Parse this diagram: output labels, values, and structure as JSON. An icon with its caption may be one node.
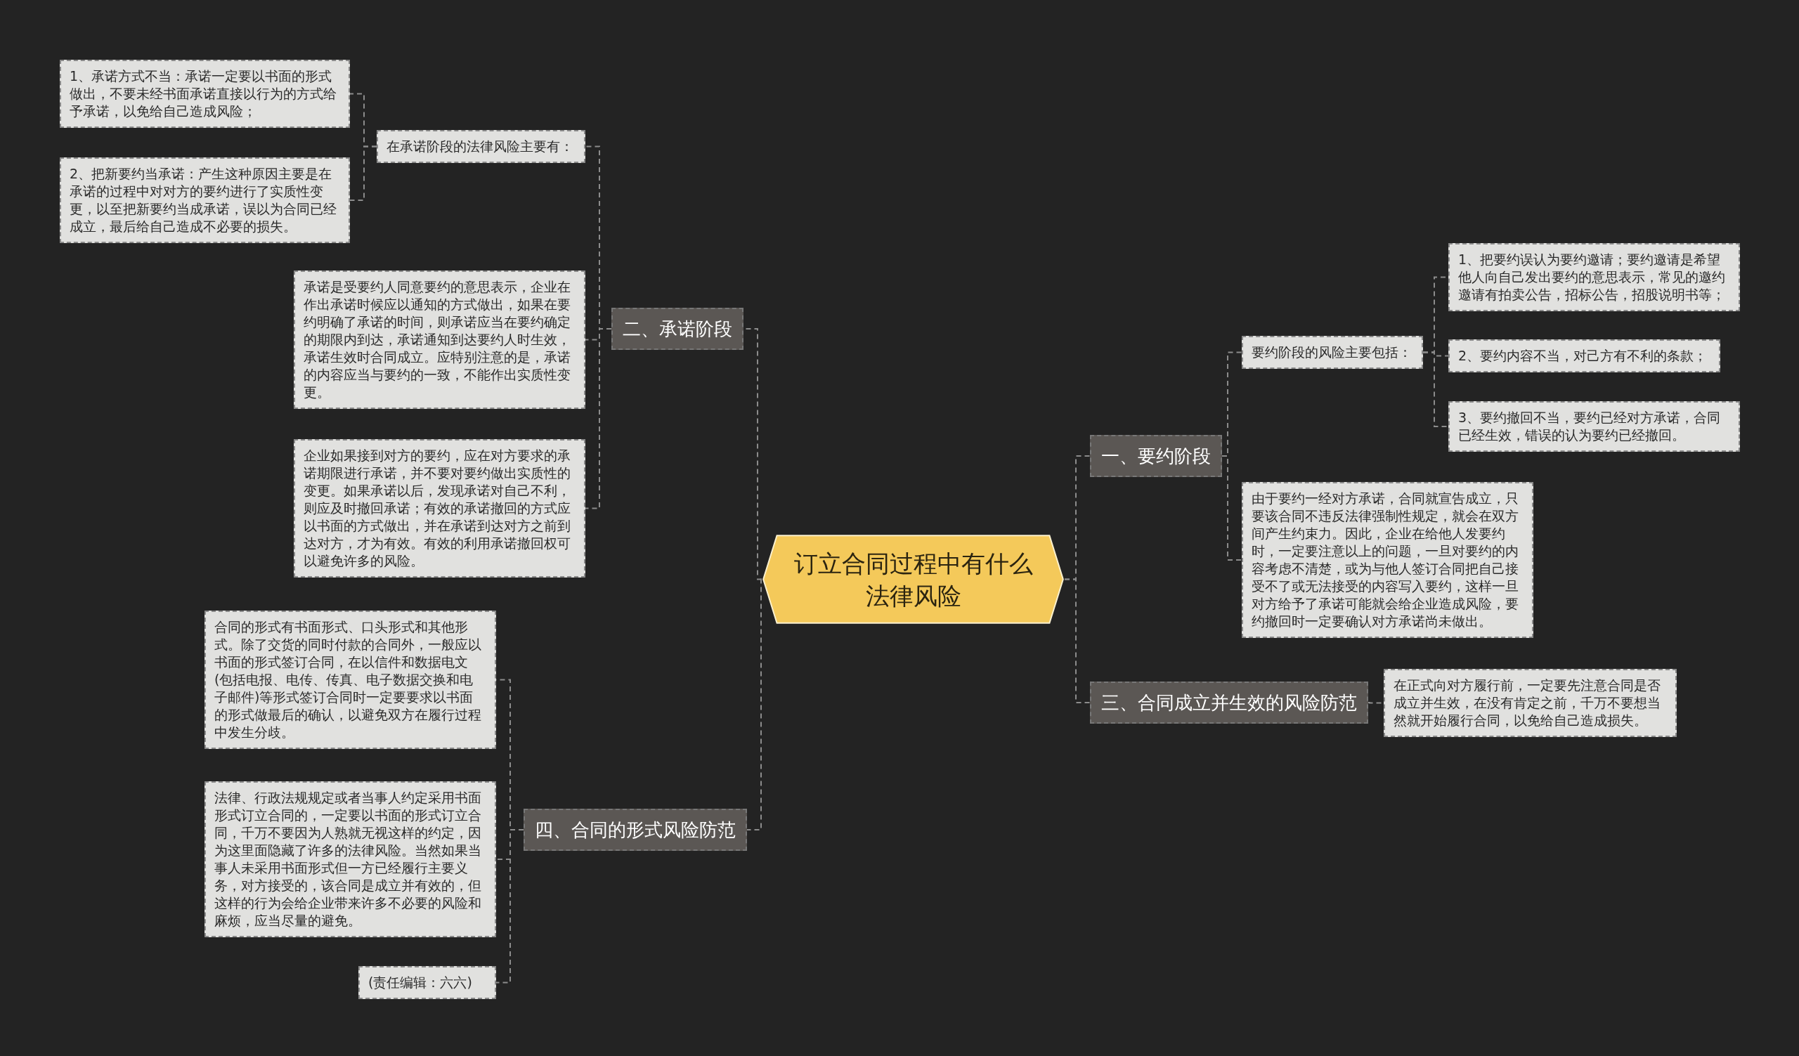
{
  "diagram": {
    "nodes": [
      {
        "text": [
          "订立合同过程中有什么法律风险"
        ]
      },
      {
        "text": [
          "一、要约阶段"
        ]
      },
      {
        "text": [
          "要约阶段的风险主要包括："
        ]
      },
      {
        "text": [
          "1、把要约误认为要约邀请；要约邀请是希望他人向自己发出要约的意思表示，常见的邀约邀请有拍卖公告，招标公告，招股说明书等；"
        ]
      },
      {
        "text": [
          "2、要约内容不当，对己方有不利的条款；"
        ]
      },
      {
        "text": [
          "3、要约撤回不当，要约已经对方承诺，合同已经生效，错误的认为要约已经撤回。"
        ]
      },
      {
        "text": [
          "由于要约一经对方承诺，合同就宣告成立，只要该合同不违反法律强制性规定，就会在双方间产生约束力。因此，企业在给他人发要约时，一定要注意以上的问题，一旦对要约的内容考虑不清楚，或为与他人签订合同把自己接受不了或无法接受的内容写入要约，这样一旦对方给予了承诺可能就会给企业造成风险，要约撤回时一定要确认对方承诺尚未做出。"
        ]
      },
      {
        "text": [
          "三、合同成立并生效的风险防范"
        ]
      },
      {
        "text": [
          "在正式向对方履行前，一定要先注意合同是否成立并生效，在没有肯定之前，千万不要想当然就开始履行合同，以免给自己造成损失。"
        ]
      },
      {
        "text": [
          "二、承诺阶段"
        ]
      },
      {
        "text": [
          "在承诺阶段的法律风险主要有："
        ]
      },
      {
        "text": [
          "1、承诺方式不当：承诺一定要以书面的形式做出，不要未经书面承诺直接以行为的方式给予承诺，以免给自己造成风险；"
        ]
      },
      {
        "text": [
          "2、把新要约当承诺：产生这种原因主要是在承诺的过程中对对方的要约进行了实质性变更，以至把新要约当成承诺，误以为合同已经成立，最后给自己造成不必要的损失。"
        ]
      },
      {
        "text": [
          "承诺是受要约人同意要约的意思表示，企业在作出承诺时候应以通知的方式做出，如果在要约明确了承诺的时间，则承诺应当在要约确定的期限内到达，承诺通知到达要约人时生效，承诺生效时合同成立。应特别注意的是，承诺的内容应当与要约的一致，不能作出实质性变更。"
        ]
      },
      {
        "text": [
          "企业如果接到对方的要约，应在对方要求的承诺期限进行承诺，并不要对要约做出实质性的变更。如果承诺以后，发现承诺对自己不利，则应及时撤回承诺；有效的承诺撤回的方式应以书面的方式做出，并在承诺到达对方之前到达对方，才为有效。有效的利用承诺撤回权可以避免许多的风险。"
        ]
      },
      {
        "text": [
          "四、合同的形式风险防范"
        ]
      },
      {
        "text": [
          "合同的形式有书面形式、口头形式和其他形式。除了交货的同时付款的合同外，一般应以书面的形式签订合同，在以信件和数据电文(包括电报、电传、传真、电子数据交换和电子邮件)等形式签订合同时一定要要求以书面的形式做最后的确认，以避免双方在履行过程中发生分歧。"
        ]
      },
      {
        "text": [
          "法律、行政法规规定或者当事人约定采用书面形式订立合同的，一定要以书面的形式订立合同，千万不要因为人熟就无视这样的约定，因为这里面隐藏了许多的法律风险。当然如果当事人未采用书面形式但一方已经履行主要义务，对方接受的，该合同是成立并有效的，但这样的行为会给企业带来许多不必要的风险和麻烦，应当尽量的避免。"
        ]
      },
      {
        "text": [
          "(责任编辑：六六)"
        ]
      }
    ],
    "edges": [
      {
        "from": 0,
        "to": 1,
        "arrow": "none"
      },
      {
        "from": 1,
        "to": 2,
        "arrow": "none"
      },
      {
        "from": 2,
        "to": 3,
        "arrow": "none"
      },
      {
        "from": 2,
        "to": 4,
        "arrow": "none"
      },
      {
        "from": 2,
        "to": 5,
        "arrow": "none"
      },
      {
        "from": 1,
        "to": 6,
        "arrow": "none"
      },
      {
        "from": 0,
        "to": 7,
        "arrow": "none"
      },
      {
        "from": 7,
        "to": 8,
        "arrow": "none"
      },
      {
        "from": 0,
        "to": 9,
        "arrow": "none"
      },
      {
        "from": 9,
        "to": 10,
        "arrow": "none"
      },
      {
        "from": 10,
        "to": 11,
        "arrow": "none"
      },
      {
        "from": 10,
        "to": 12,
        "arrow": "none"
      },
      {
        "from": 9,
        "to": 13,
        "arrow": "none"
      },
      {
        "from": 9,
        "to": 14,
        "arrow": "none"
      },
      {
        "from": 0,
        "to": 15,
        "arrow": "none"
      },
      {
        "from": 15,
        "to": 16,
        "arrow": "none"
      },
      {
        "from": 15,
        "to": 17,
        "arrow": "none"
      },
      {
        "from": 15,
        "to": 18,
        "arrow": "none"
      }
    ]
  }
}
